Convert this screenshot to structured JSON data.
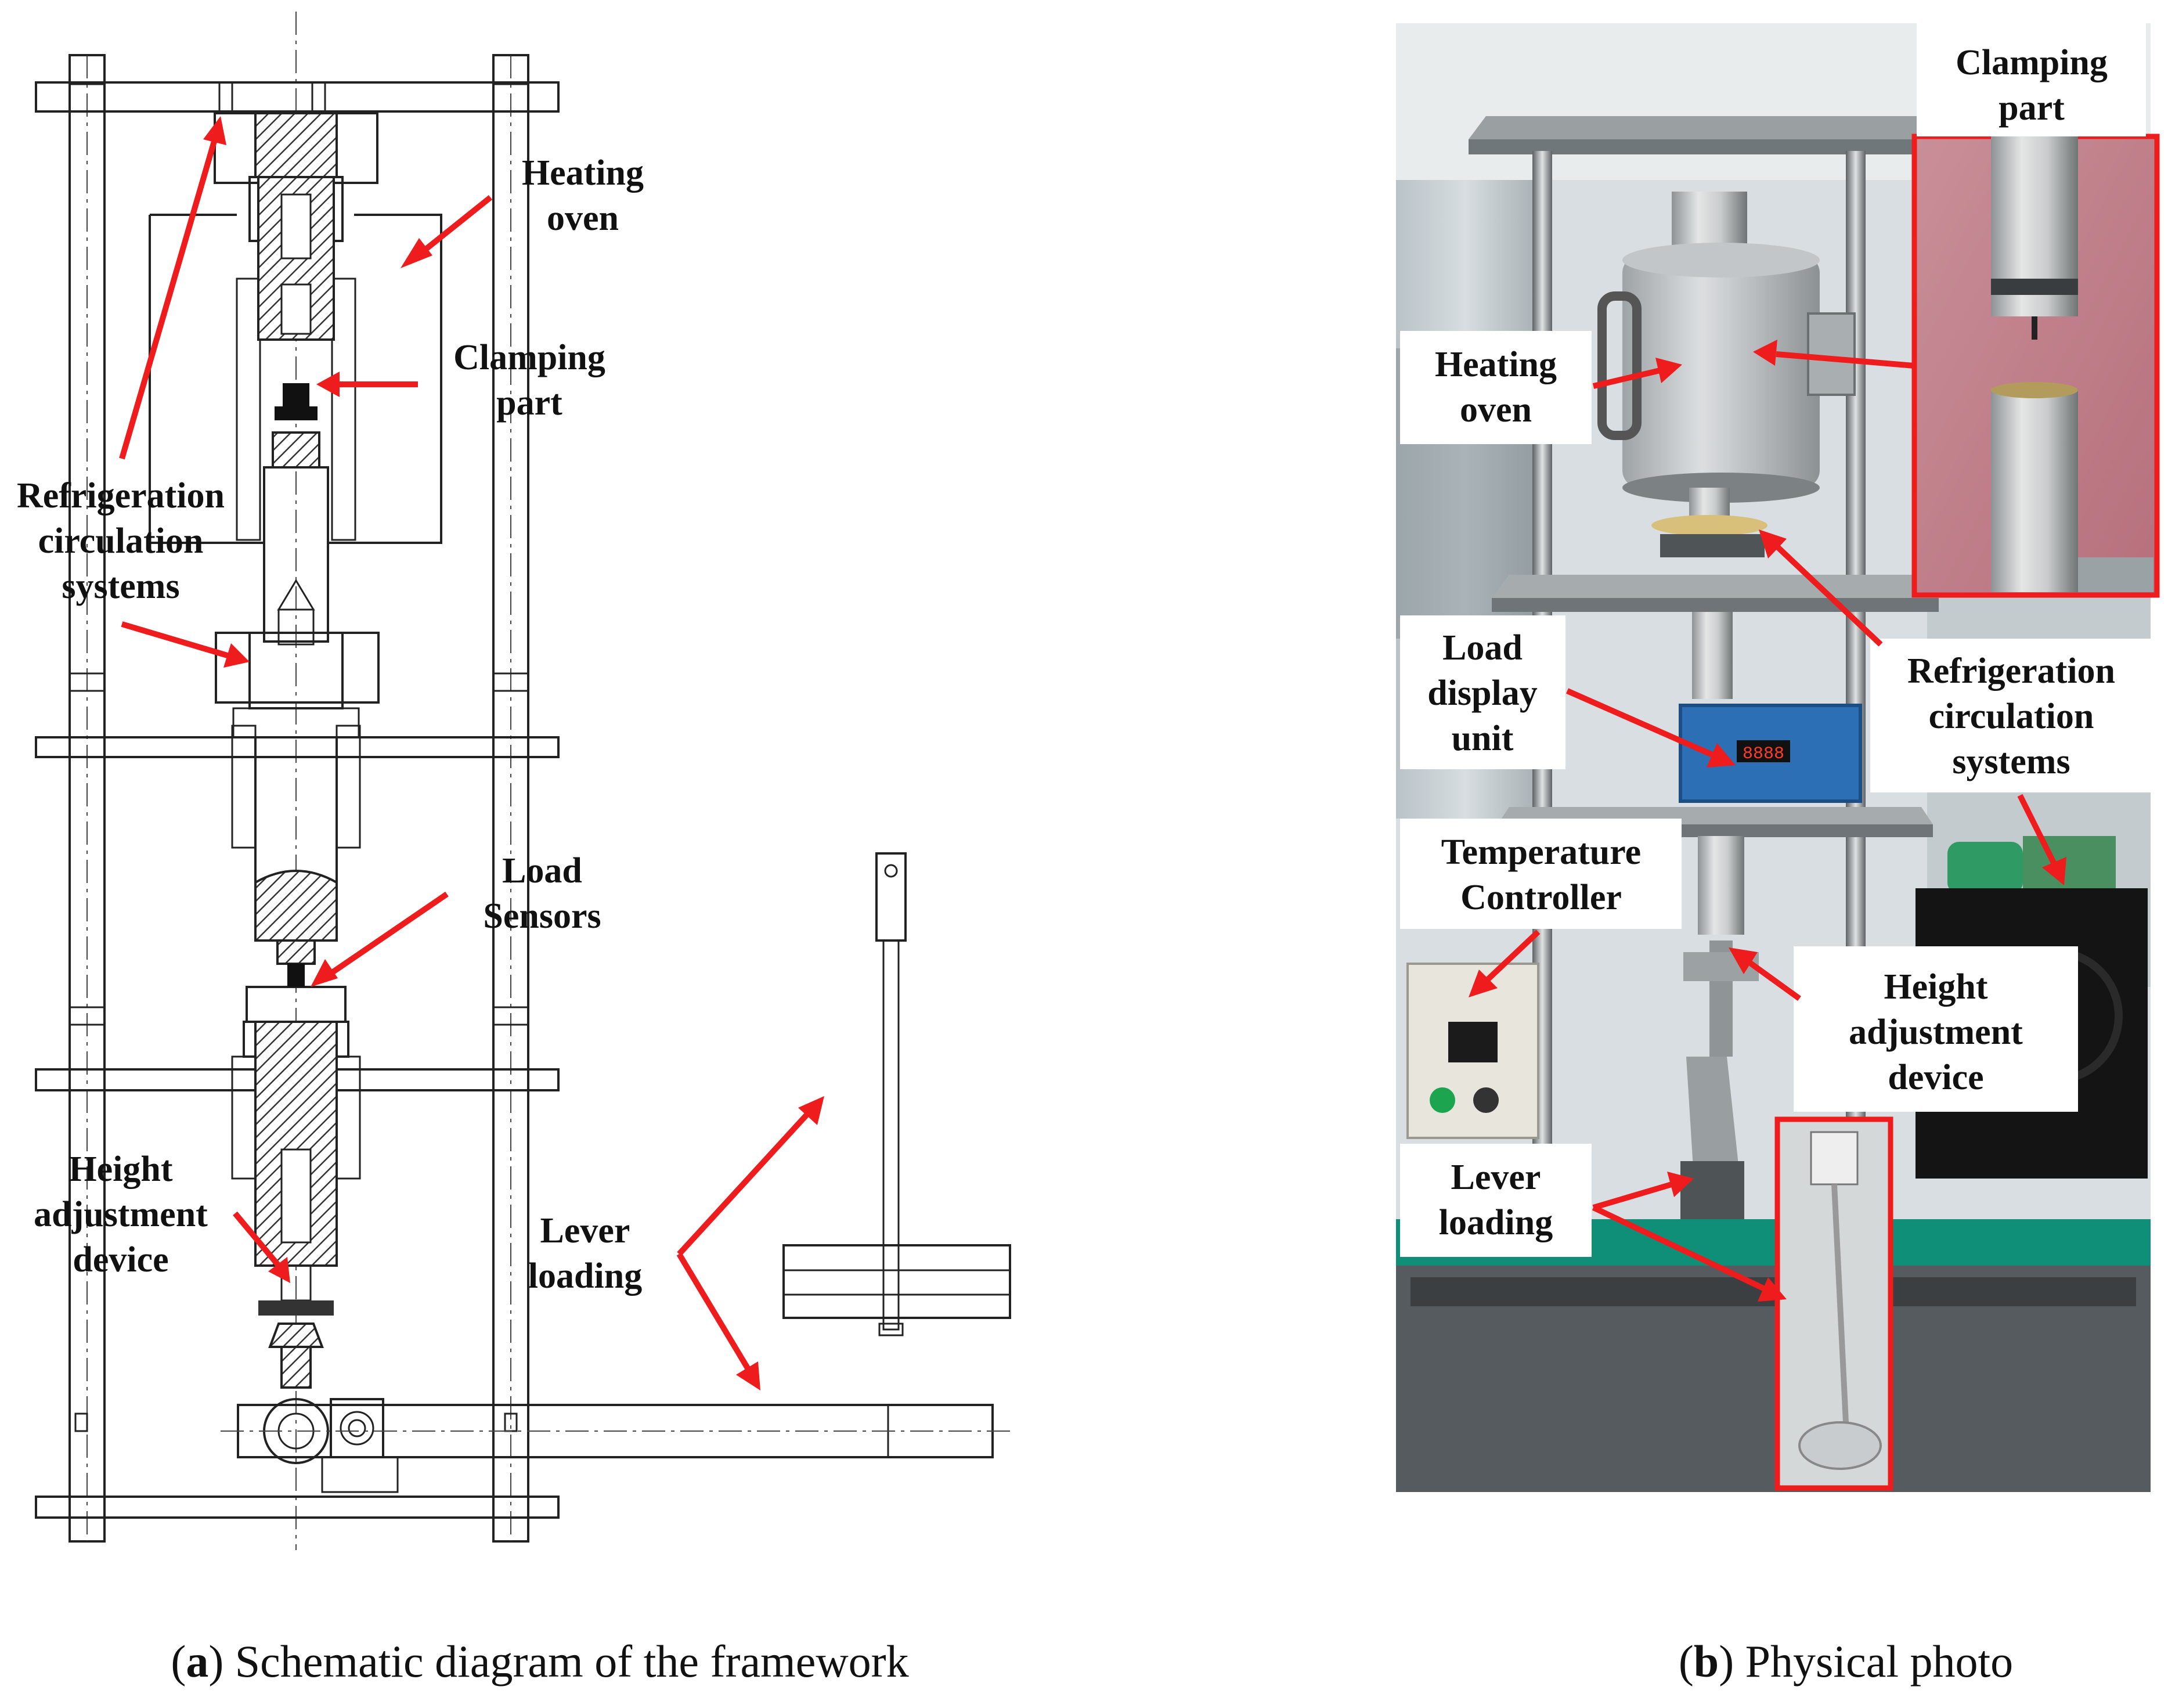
{
  "panel_a": {
    "caption_letter": "a",
    "caption_text": " Schematic diagram of the framework",
    "labels": {
      "heating_oven": [
        "Heating",
        "oven"
      ],
      "clamping_part": [
        "Clamping",
        "part"
      ],
      "refrigeration": [
        "Refrigeration",
        "circulation",
        "systems"
      ],
      "load_sensors": [
        "Load",
        "Sensors"
      ],
      "height_adjustment": [
        "Height",
        "adjustment",
        "device"
      ],
      "lever_loading": [
        "Lever",
        "loading"
      ]
    }
  },
  "panel_b": {
    "caption_letter": "b",
    "caption_text": " Physical photo",
    "labels": {
      "clamping_part": [
        "Clamping",
        "part"
      ],
      "heating_oven": [
        "Heating",
        "oven"
      ],
      "load_display": [
        "Load",
        "display",
        "unit"
      ],
      "refrigeration": [
        "Refrigeration",
        "circulation",
        "systems"
      ],
      "temperature_controller": [
        "Temperature",
        "Controller"
      ],
      "height_adjustment": [
        "Height",
        "adjustment",
        "device"
      ],
      "lever_loading": [
        "Lever",
        "loading"
      ]
    },
    "display_readout": "8888"
  },
  "colors": {
    "arrow": "#ee1c1c",
    "line": "#222222",
    "background": "#ffffff"
  }
}
